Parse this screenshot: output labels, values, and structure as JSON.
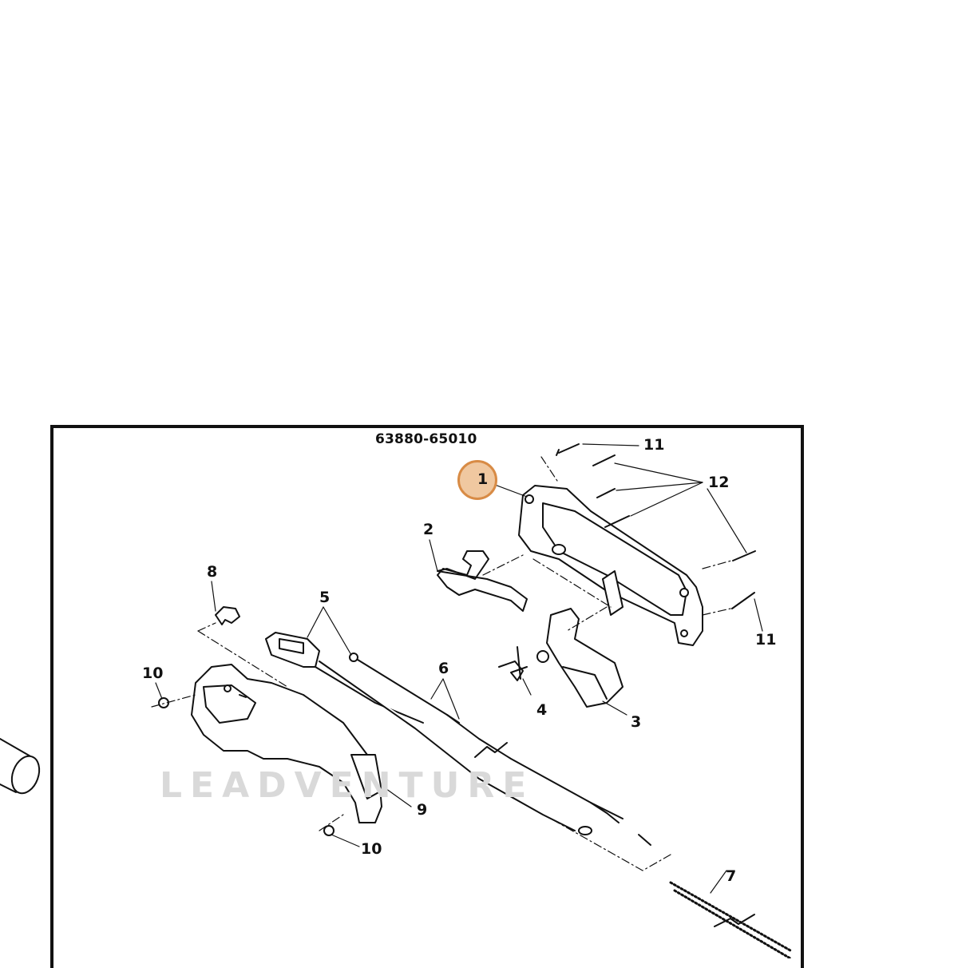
{
  "diagram": {
    "part_number": "63880-65010",
    "highlighted_callout": "1",
    "watermark": "LEADVENTURE",
    "callouts": {
      "c1": "1",
      "c2": "2",
      "c3": "3",
      "c4": "4",
      "c5": "5",
      "c6": "6",
      "c7": "7",
      "c8": "8",
      "c9": "9",
      "c10a": "10",
      "c10b": "10",
      "c11a": "11",
      "c11b": "11",
      "c12": "12"
    },
    "colors": {
      "highlight_fill": "#f0c8a0",
      "highlight_border": "#d88b45",
      "line": "#111111"
    }
  }
}
